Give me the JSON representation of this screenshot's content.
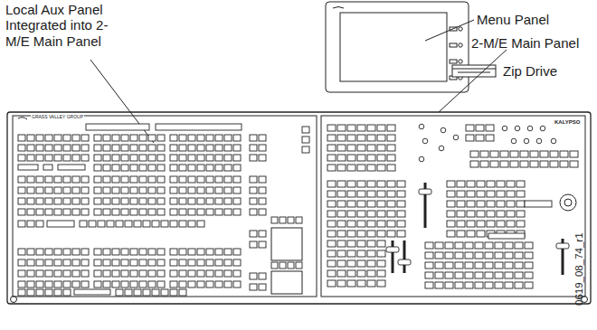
{
  "diagram": {
    "labels": [
      "Local Aux Panel Integrated into 2-M/E Main Panel",
      "Menu Panel",
      "2-M/E Main Panel",
      "Zip Drive",
      "GRASS VALLEY GROUP",
      "KALYPSO",
      "0619_08_74_r1"
    ]
  }
}
